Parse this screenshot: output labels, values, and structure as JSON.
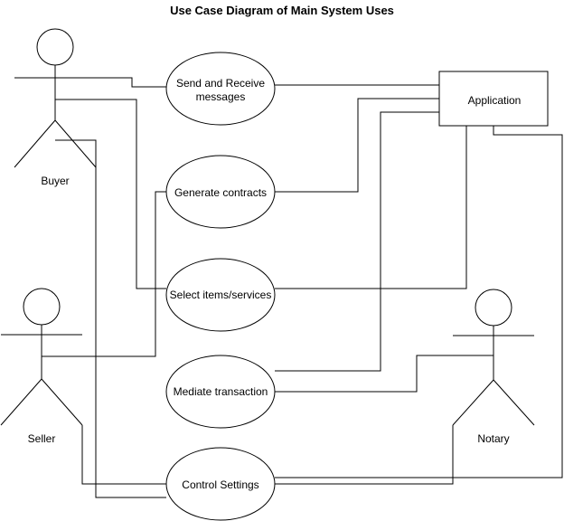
{
  "title": "Use Case Diagram of Main System Uses",
  "actors": {
    "buyer": "Buyer",
    "seller": "Seller",
    "notary": "Notary"
  },
  "system": {
    "application": "Application"
  },
  "use_cases": {
    "send_receive_line1": "Send and Receive",
    "send_receive_line2": "messages",
    "generate_contracts": "Generate contracts",
    "select_items": "Select items/services",
    "mediate_transaction": "Mediate transaction",
    "control_settings": "Control Settings"
  }
}
